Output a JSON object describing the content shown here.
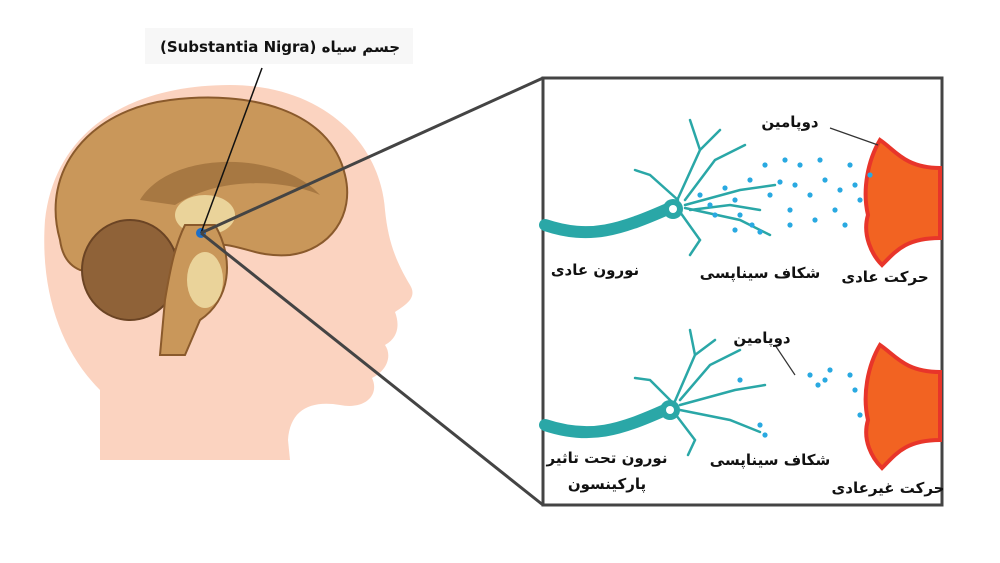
{
  "title_label": "جسم سیاه (Substantia Nigra)",
  "panel_normal": {
    "dopamine": "دوپامین",
    "neuron": "نورون عادی",
    "synaptic_gap": "شکاف سیناپسی",
    "movement": "حرکت عادی"
  },
  "panel_parkinson": {
    "dopamine": "دوپامین",
    "neuron_line1": "نورون تحت تاثیر",
    "neuron_line2": "پارکینسون",
    "synaptic_gap": "شکاف سیناپسی",
    "movement": "حرکت غیرعادی"
  },
  "colors": {
    "skin": "#fbd3c0",
    "brain": "#c9975a",
    "neuron": "#2aa7a7",
    "dopamine": "#29a9e1",
    "receptor": "#f26322",
    "receptor_edge": "#e8352a",
    "frame": "#444444"
  }
}
